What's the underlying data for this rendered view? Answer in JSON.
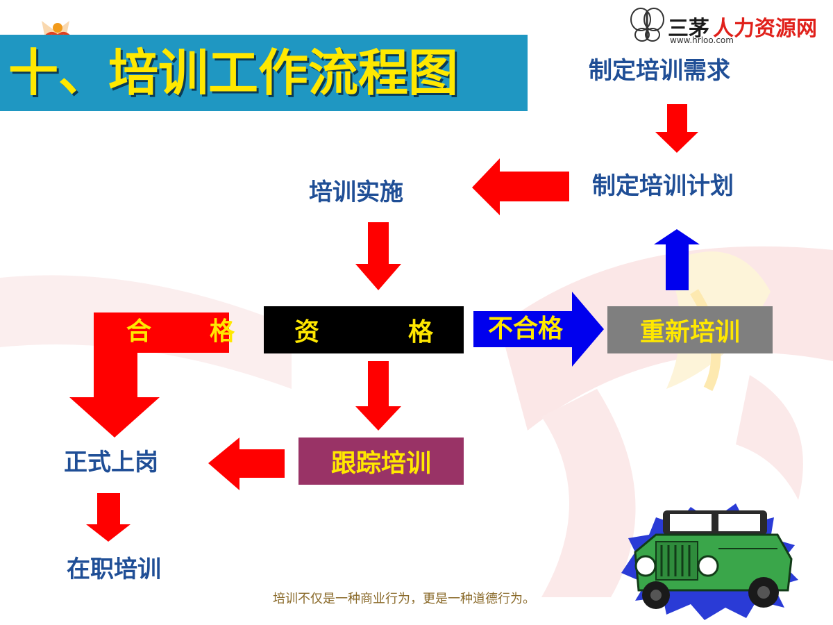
{
  "title": "十、培训工作流程图",
  "nodes": {
    "need": "制定培训需求",
    "plan": "制定培训计划",
    "implement": "培训实施",
    "qualify_left": "资",
    "qualify_right": "格",
    "retrain": "重新培训",
    "track": "跟踪培训",
    "onboard": "正式上岗",
    "onjob": "在职培训"
  },
  "edge_labels": {
    "pass_left": "合",
    "pass_right": "格",
    "fail": "不合格"
  },
  "footer": "培训不仅是一种商业行为，更是一种道德行为。",
  "logo": {
    "text_black": "三茅",
    "text_red": "人力资源网",
    "url": "www.hrloo.com"
  },
  "colors": {
    "title_bar": "#1f97c2",
    "title_text": "#ffe800",
    "label_text": "#1f4e96",
    "arrow_red": "#ff0000",
    "arrow_blue": "#0000ee",
    "box_black": "#000000",
    "box_gray": "#7f7f7f",
    "box_plum": "#993366",
    "box_text_yellow": "#ffe800"
  }
}
